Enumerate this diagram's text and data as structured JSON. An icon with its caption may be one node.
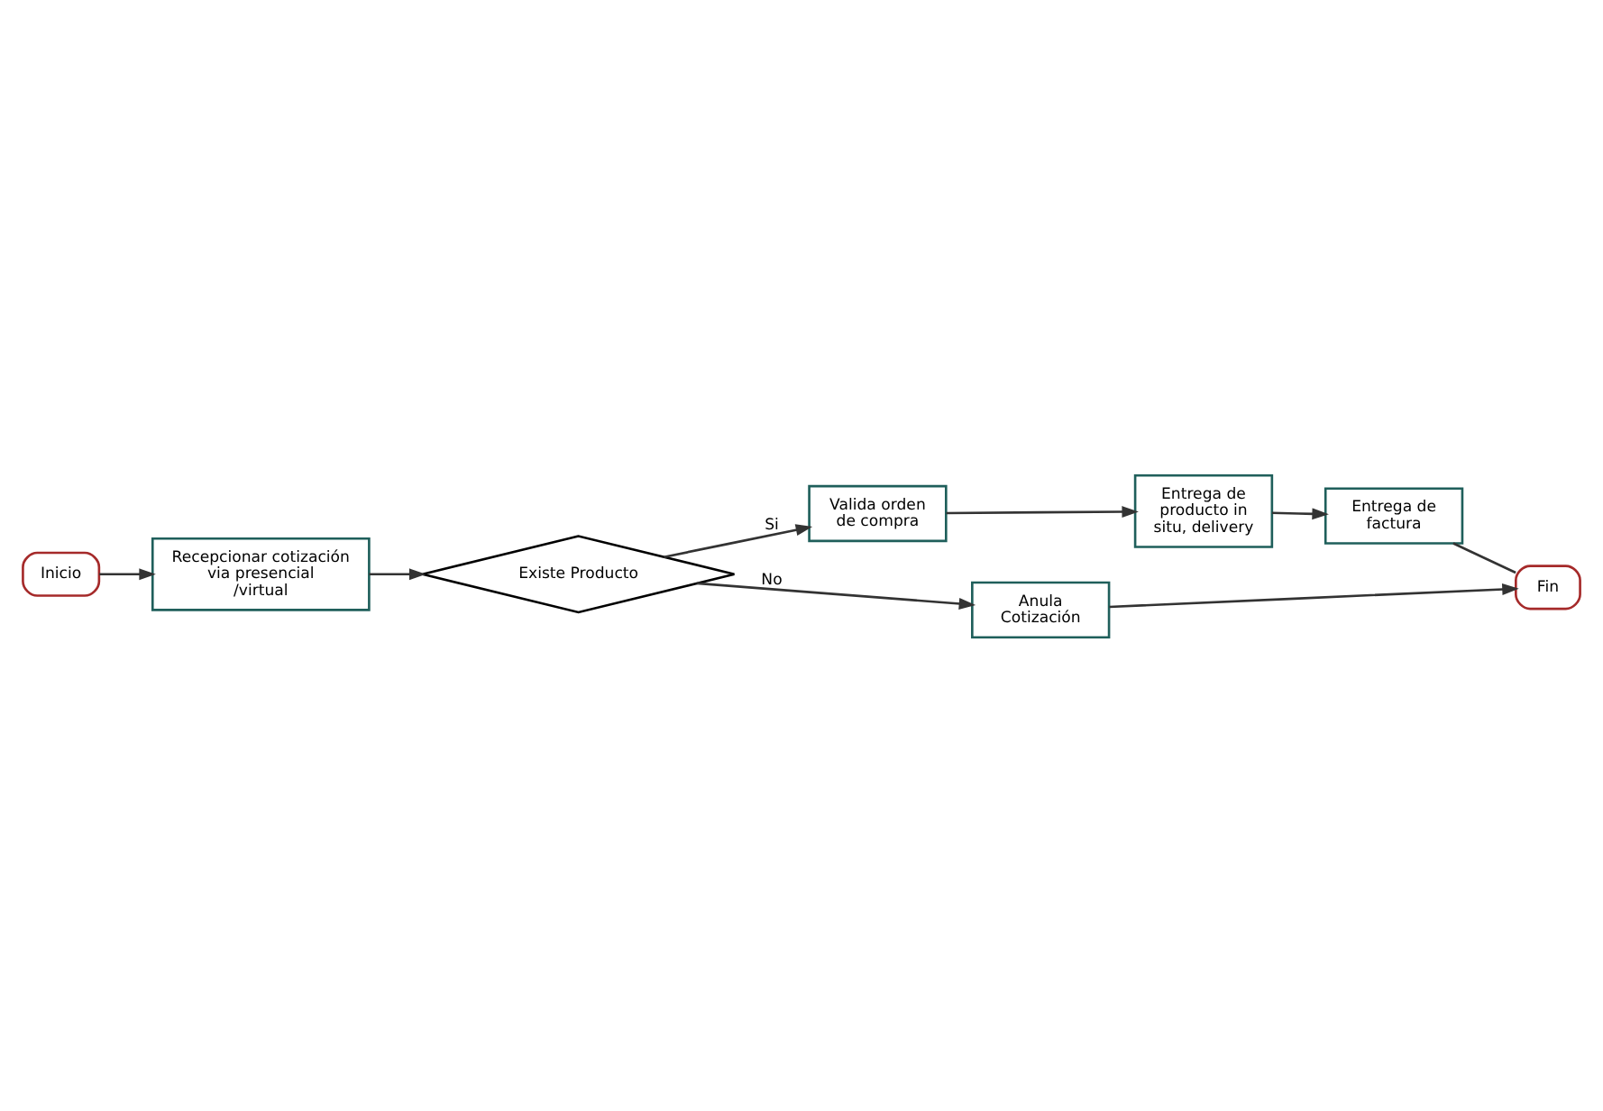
{
  "diagram": {
    "nodes": [
      {
        "text": [
          "Inicio"
        ]
      },
      {
        "text": [
          "Recepcionar cotización via presencial /virtual"
        ]
      },
      {
        "text": [
          "Existe Producto"
        ]
      },
      {
        "text": [
          "Valida orden de compra"
        ]
      },
      {
        "text": [
          "Entrega de producto in situ, delivery"
        ]
      },
      {
        "text": [
          "Entrega de factura"
        ]
      },
      {
        "text": [
          "Fin"
        ]
      },
      {
        "text": [
          "Anula Cotización"
        ]
      }
    ],
    "edges": [
      {
        "from": 0,
        "to": 1,
        "arrow": "to"
      },
      {
        "from": 1,
        "to": 2,
        "arrow": "to"
      },
      {
        "from": 2,
        "to": 3,
        "arrow": "to",
        "label": "Si"
      },
      {
        "from": 3,
        "to": 4,
        "arrow": "to"
      },
      {
        "from": 4,
        "to": 5,
        "arrow": "to"
      },
      {
        "from": 5,
        "to": 6,
        "arrow": "none"
      },
      {
        "from": 2,
        "to": 7,
        "arrow": "to",
        "label": "No"
      },
      {
        "from": 7,
        "to": 6,
        "arrow": "to"
      }
    ]
  }
}
